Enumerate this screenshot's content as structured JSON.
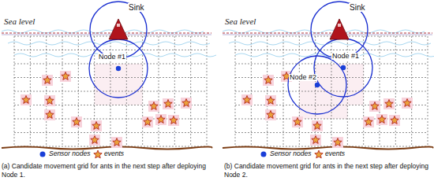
{
  "diagram": {
    "labels": [
      "Sea level",
      "Sink",
      "Node #1",
      "Sea level",
      "Sink",
      "Node #1",
      "Node #2",
      "(a) Candidate movement grid for ants in the next step after deploying Node 1.",
      "(b) Candidate movement grid for ants in the next step after deploying Node 2."
    ],
    "legend": [
      {
        "text": "Sensor nodes",
        "color": "#1a3fd8"
      },
      {
        "text": "events"
      },
      {
        "text": "Sensor nodes",
        "color": "#1a3fd8"
      },
      {
        "text": "events"
      }
    ]
  }
}
